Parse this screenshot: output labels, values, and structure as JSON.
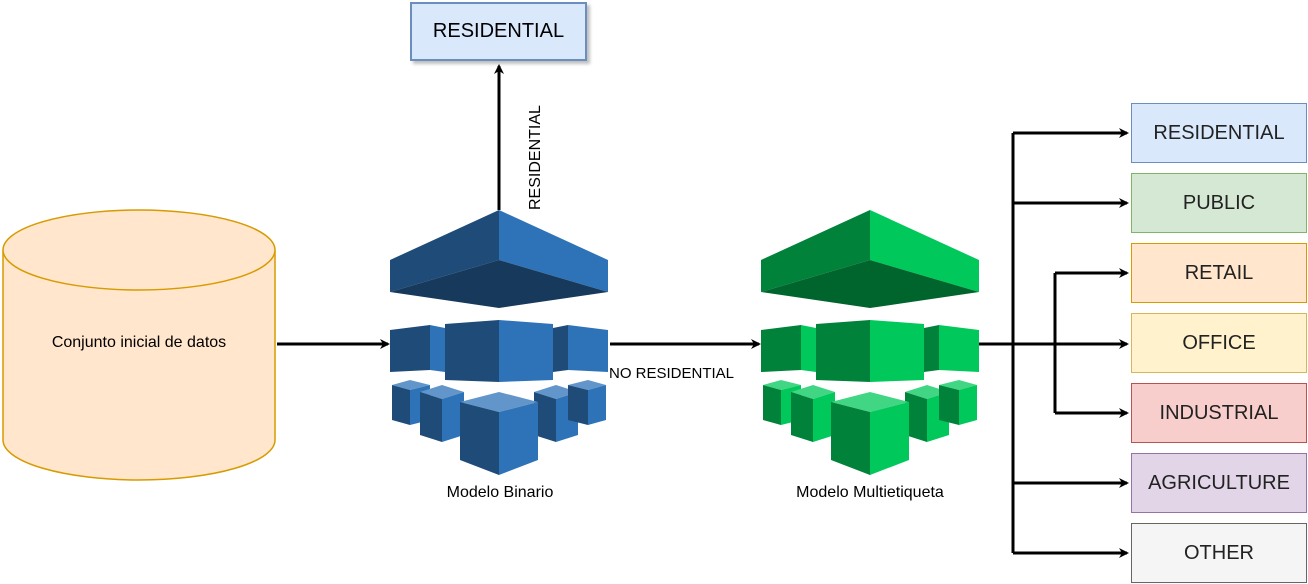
{
  "source": {
    "label": "Conjunto inicial de datos"
  },
  "binary_model": {
    "label": "Modelo Binario",
    "output_up_label": "RESIDENTIAL",
    "output_right_label": "NO RESIDENTIAL",
    "top_box": "RESIDENTIAL"
  },
  "multilabel_model": {
    "label": "Modelo Multietiqueta"
  },
  "classes": [
    {
      "name": "RESIDENTIAL",
      "fill": "#dae8fc",
      "stroke": "#6c8ebf"
    },
    {
      "name": "PUBLIC",
      "fill": "#d5e8d4",
      "stroke": "#82b366"
    },
    {
      "name": "RETAIL",
      "fill": "#ffe6cc",
      "stroke": "#d79b00"
    },
    {
      "name": "OFFICE",
      "fill": "#fff2cc",
      "stroke": "#d6b656"
    },
    {
      "name": "INDUSTRIAL",
      "fill": "#f8cecc",
      "stroke": "#b85450"
    },
    {
      "name": "AGRICULTURE",
      "fill": "#e1d5e7",
      "stroke": "#9673a6"
    },
    {
      "name": "OTHER",
      "fill": "#f5f5f5",
      "stroke": "#666666"
    }
  ],
  "colors": {
    "database_fill": "#ffe6cc",
    "database_stroke": "#d79b00",
    "binary_model_color": "#2e73b8",
    "multilabel_model_color": "#00c85a",
    "top_box_fill": "#dae8fc",
    "top_box_stroke": "#6c8ebf"
  }
}
